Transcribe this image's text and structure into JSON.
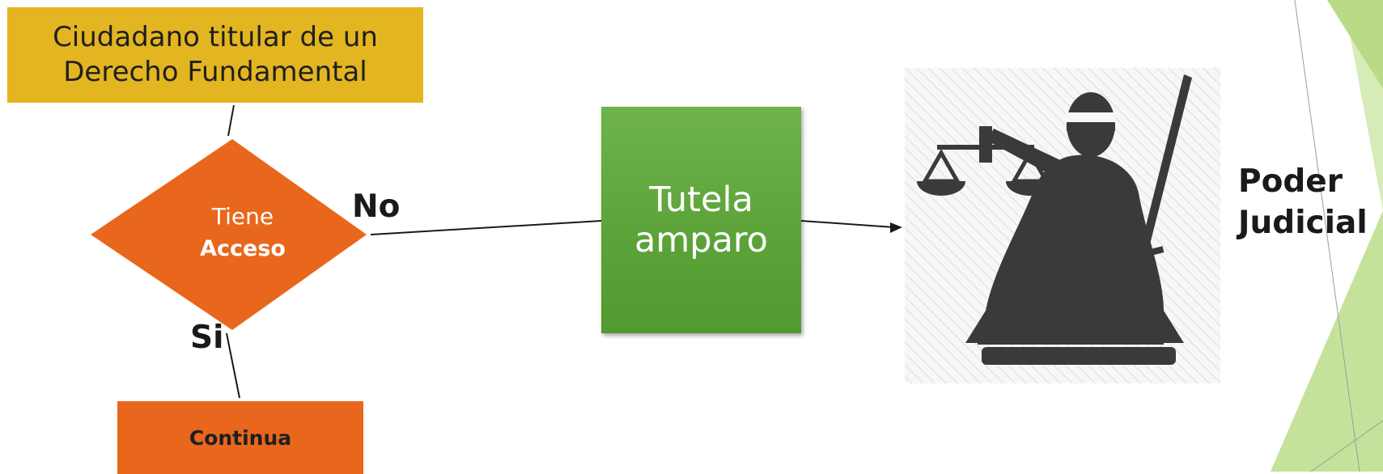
{
  "slide": {
    "citizen_box": {
      "line1": "Ciudadano titular de un",
      "line2": "Derecho Fundamental"
    },
    "decision": {
      "line1": "Tiene",
      "line2": "Acceso"
    },
    "label_no": "No",
    "label_si": "Si",
    "tutela_box": {
      "line1": "Tutela",
      "line2": "amparo"
    },
    "continua_box": "Continua",
    "poder_label": {
      "line1": "Poder",
      "line2": "Judicial"
    },
    "justice_figure_icon": "lady-justice-statue-icon"
  },
  "colors": {
    "citizen_box": "#E3B520",
    "decision_diamond": "#E8671C",
    "continua_box": "#E8671C",
    "tutela_box": "#5CA43A",
    "justice_icon": "#3a3a3a",
    "decor_green": "#C5E29A"
  }
}
